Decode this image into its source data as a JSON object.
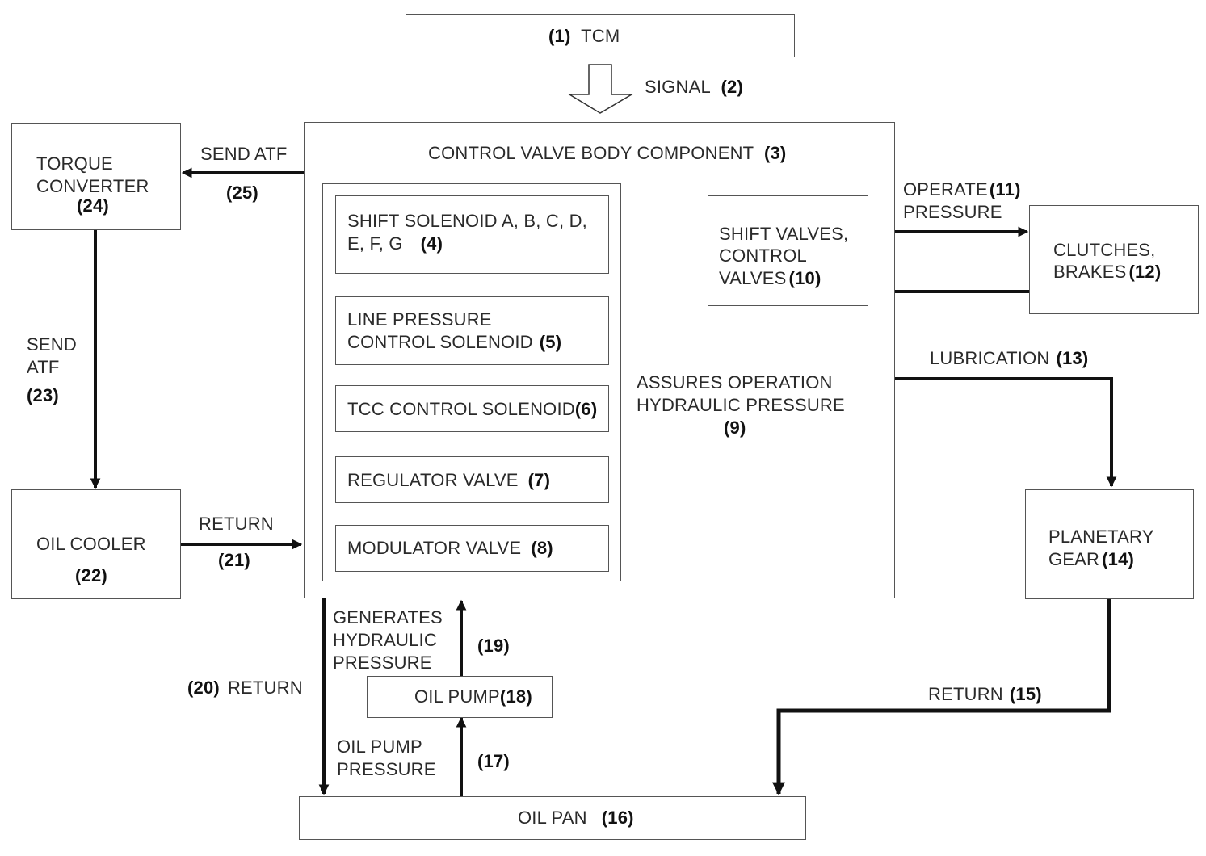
{
  "boxes": {
    "tcm": {
      "label": "TCM",
      "num": "(1)"
    },
    "control_valve_body": {
      "label": "CONTROL VALVE BODY COMPONENT",
      "num": "(3)"
    },
    "shift_solenoid": {
      "line1": "SHIFT SOLENOID A, B, C, D,",
      "line2": "E, F, G",
      "num": "(4)"
    },
    "line_pressure_solenoid": {
      "line1": "LINE PRESSURE",
      "line2": "CONTROL SOLENOID",
      "num": "(5)"
    },
    "tcc_solenoid": {
      "label": "TCC CONTROL SOLENOID",
      "num": "(6)"
    },
    "regulator_valve": {
      "label": "REGULATOR VALVE",
      "num": "(7)"
    },
    "modulator_valve": {
      "label": "MODULATOR VALVE",
      "num": "(8)"
    },
    "shift_valves": {
      "line1": "SHIFT VALVES,",
      "line2": "CONTROL",
      "line3": "VALVES",
      "num": "(10)"
    },
    "clutches": {
      "line1": "CLUTCHES,",
      "line2": "BRAKES",
      "num": "(12)"
    },
    "planetary_gear": {
      "line1": "PLANETARY",
      "line2": "GEAR",
      "num": "(14)"
    },
    "oil_pan": {
      "label": "OIL PAN",
      "num": "(16)"
    },
    "oil_pump": {
      "label": "OIL PUMP",
      "num": "(18)"
    },
    "oil_cooler": {
      "label": "OIL COOLER",
      "num": "(22)"
    },
    "torque_converter": {
      "line1": "TORQUE",
      "line2": "CONVERTER",
      "num": "(24)"
    }
  },
  "flows": {
    "signal": {
      "label": "SIGNAL",
      "num": "(2)"
    },
    "assures": {
      "line1": "ASSURES OPERATION",
      "line2": "HYDRAULIC PRESSURE",
      "num": "(9)"
    },
    "operate_pressure": {
      "line1": "OPERATE",
      "line2": "PRESSURE",
      "num": "(11)"
    },
    "lubrication": {
      "label": "LUBRICATION",
      "num": "(13)"
    },
    "return_15": {
      "label": "RETURN",
      "num": "(15)"
    },
    "oil_pump_pressure": {
      "line1": "OIL PUMP",
      "line2": "PRESSURE",
      "num": "(17)"
    },
    "generates": {
      "line1": "GENERATES",
      "line2": "HYDRAULIC",
      "line3": "PRESSURE",
      "num": "(19)"
    },
    "return_20": {
      "label": "RETURN",
      "num": "(20)"
    },
    "return_21": {
      "label": "RETURN",
      "num": "(21)"
    },
    "send_atf_23": {
      "line1": "SEND",
      "line2": "ATF",
      "num": "(23)"
    },
    "send_atf_25": {
      "label": "SEND ATF",
      "num": "(25)"
    }
  }
}
